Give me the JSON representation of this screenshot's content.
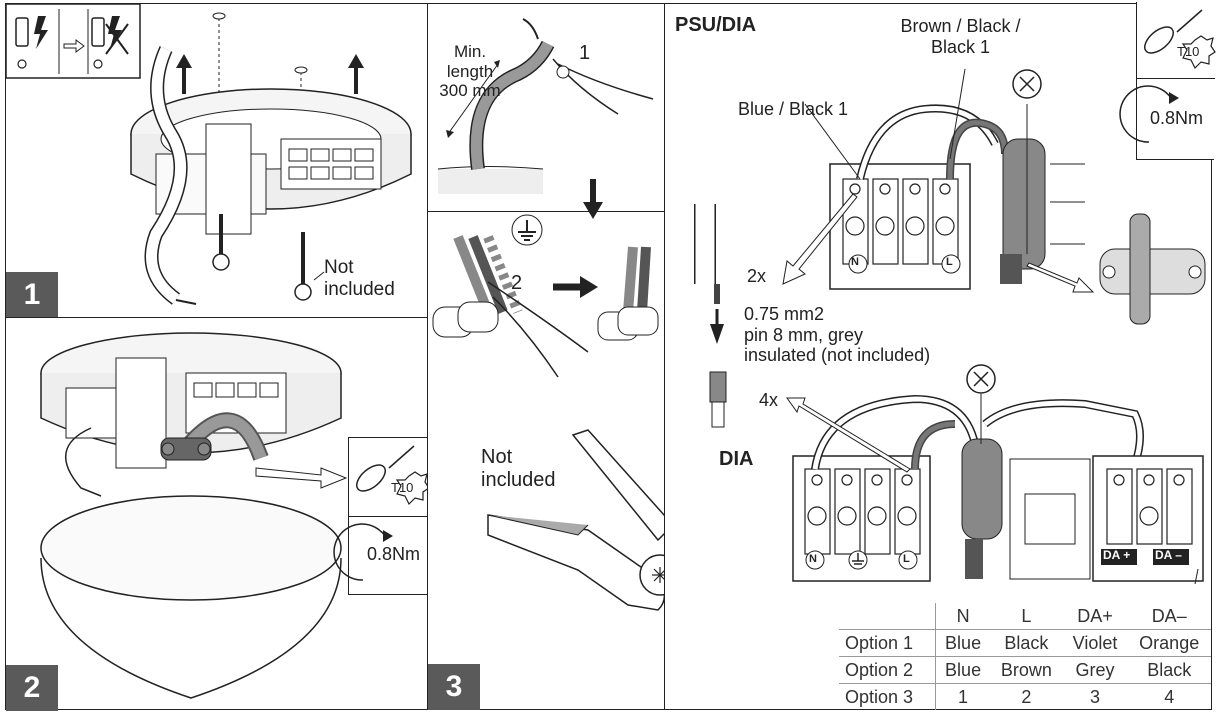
{
  "steps": {
    "one": "1",
    "two": "2",
    "three": "3"
  },
  "panel1": {
    "not_included": "Not\nincluded"
  },
  "panel3": {
    "min_length": "Min.\nlength\n300 mm",
    "cut_num": "1",
    "strip_num": "2",
    "not_included": "Not\nincluded"
  },
  "tools": {
    "torx": "T10",
    "torque": "0.8Nm"
  },
  "panel4": {
    "title": "PSU/DIA",
    "brown_black": "Brown / Black /\nBlack 1",
    "blue_black": "Blue / Black 1",
    "count_2x": "2x",
    "count_4x": "4x",
    "ferrule_spec": "0.75 mm2\npin 8 mm, grey\ninsulated (not included)",
    "dia": "DIA",
    "terminal_n": "N",
    "terminal_l": "L",
    "terminal_dap": "DA +",
    "terminal_dam": "DA –"
  },
  "options_table": {
    "header": [
      "",
      "N",
      "L",
      "DA+",
      "DA–"
    ],
    "rows": [
      [
        "Option 1",
        "Blue",
        "Black",
        "Violet",
        "Orange"
      ],
      [
        "Option 2",
        "Blue",
        "Brown",
        "Grey",
        "Black"
      ],
      [
        "Option 3",
        "1",
        "2",
        "3",
        "4"
      ]
    ]
  },
  "colors": {
    "line": "#222222",
    "step_badge": "#5a5a5a",
    "wire_grey": "#8a8a8a",
    "wire_dark": "#555555",
    "fill_light": "#f2f2f2"
  }
}
